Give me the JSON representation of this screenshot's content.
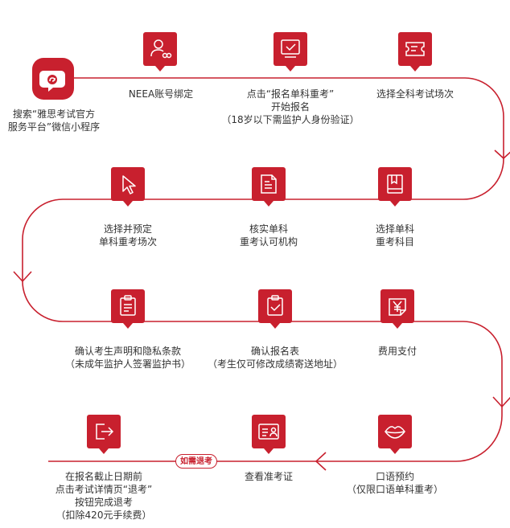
{
  "colors": {
    "accent": "#c8202e",
    "text": "#333333",
    "background": "#ffffff"
  },
  "start": {
    "icon": "mini-program-icon",
    "lines": [
      "搜索“雅思考试官方",
      "服务平台”微信小程序"
    ]
  },
  "steps": [
    {
      "icon": "user-link-icon",
      "lines": [
        "NEEA账号绑定"
      ]
    },
    {
      "icon": "check-box-icon",
      "lines": [
        "点击“报名单科重考”",
        "开始报名",
        "（18岁以下需监护人身份验证）"
      ]
    },
    {
      "icon": "ticket-icon",
      "lines": [
        "选择全科考试场次"
      ]
    },
    {
      "icon": "book-icon",
      "lines": [
        "选择单科",
        "重考科目"
      ]
    },
    {
      "icon": "document-icon",
      "lines": [
        "核实单科",
        "重考认可机构"
      ]
    },
    {
      "icon": "cursor-icon",
      "lines": [
        "选择并预定",
        "单科重考场次"
      ]
    },
    {
      "icon": "clipboard-icon",
      "lines": [
        "确认考生声明和隐私条款",
        "（未成年监护人签署监护书）"
      ]
    },
    {
      "icon": "clipboard-check-icon",
      "lines": [
        "确认报名表",
        "（考生仅可修改成绩寄送地址）"
      ]
    },
    {
      "icon": "yen-icon",
      "lines": [
        "费用支付"
      ]
    },
    {
      "icon": "lips-icon",
      "lines": [
        "口语预约",
        "（仅限口语单科重考）"
      ]
    },
    {
      "icon": "id-card-icon",
      "lines": [
        "查看准考证"
      ]
    },
    {
      "icon": "exit-icon",
      "lines": [
        "在报名截止日期前",
        "点击考试详情页“退考”",
        "按钮完成退考",
        "（扣除420元手续费）"
      ]
    }
  ],
  "optional_badge": "如需退考"
}
